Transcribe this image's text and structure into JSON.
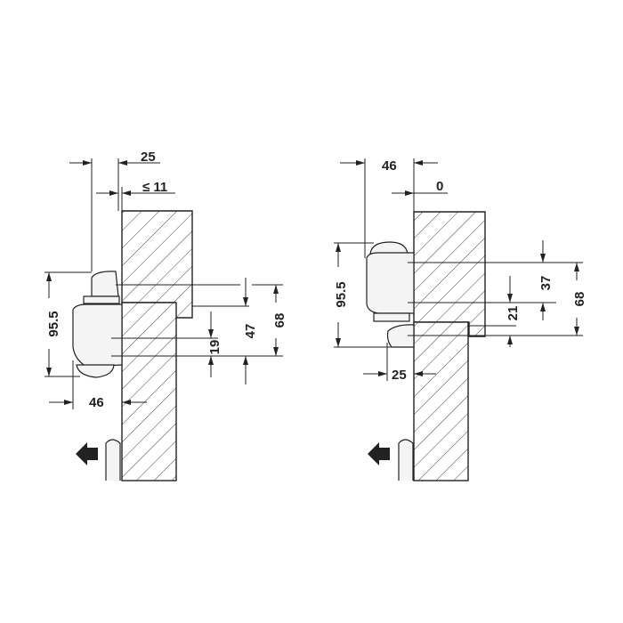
{
  "left_view": {
    "dims": {
      "top_offset": "25",
      "gap": "≤ 11",
      "height": "95.5",
      "depth": "46",
      "d19": "19",
      "d47": "47",
      "d68": "68"
    }
  },
  "right_view": {
    "dims": {
      "top_offset": "46",
      "gap": "0",
      "height": "95.5",
      "depth": "25",
      "d21": "21",
      "d37": "37",
      "d68": "68"
    }
  },
  "icons": [
    "direction-arrow-left"
  ],
  "colors": {
    "line": "#222222",
    "background": "#ffffff"
  }
}
